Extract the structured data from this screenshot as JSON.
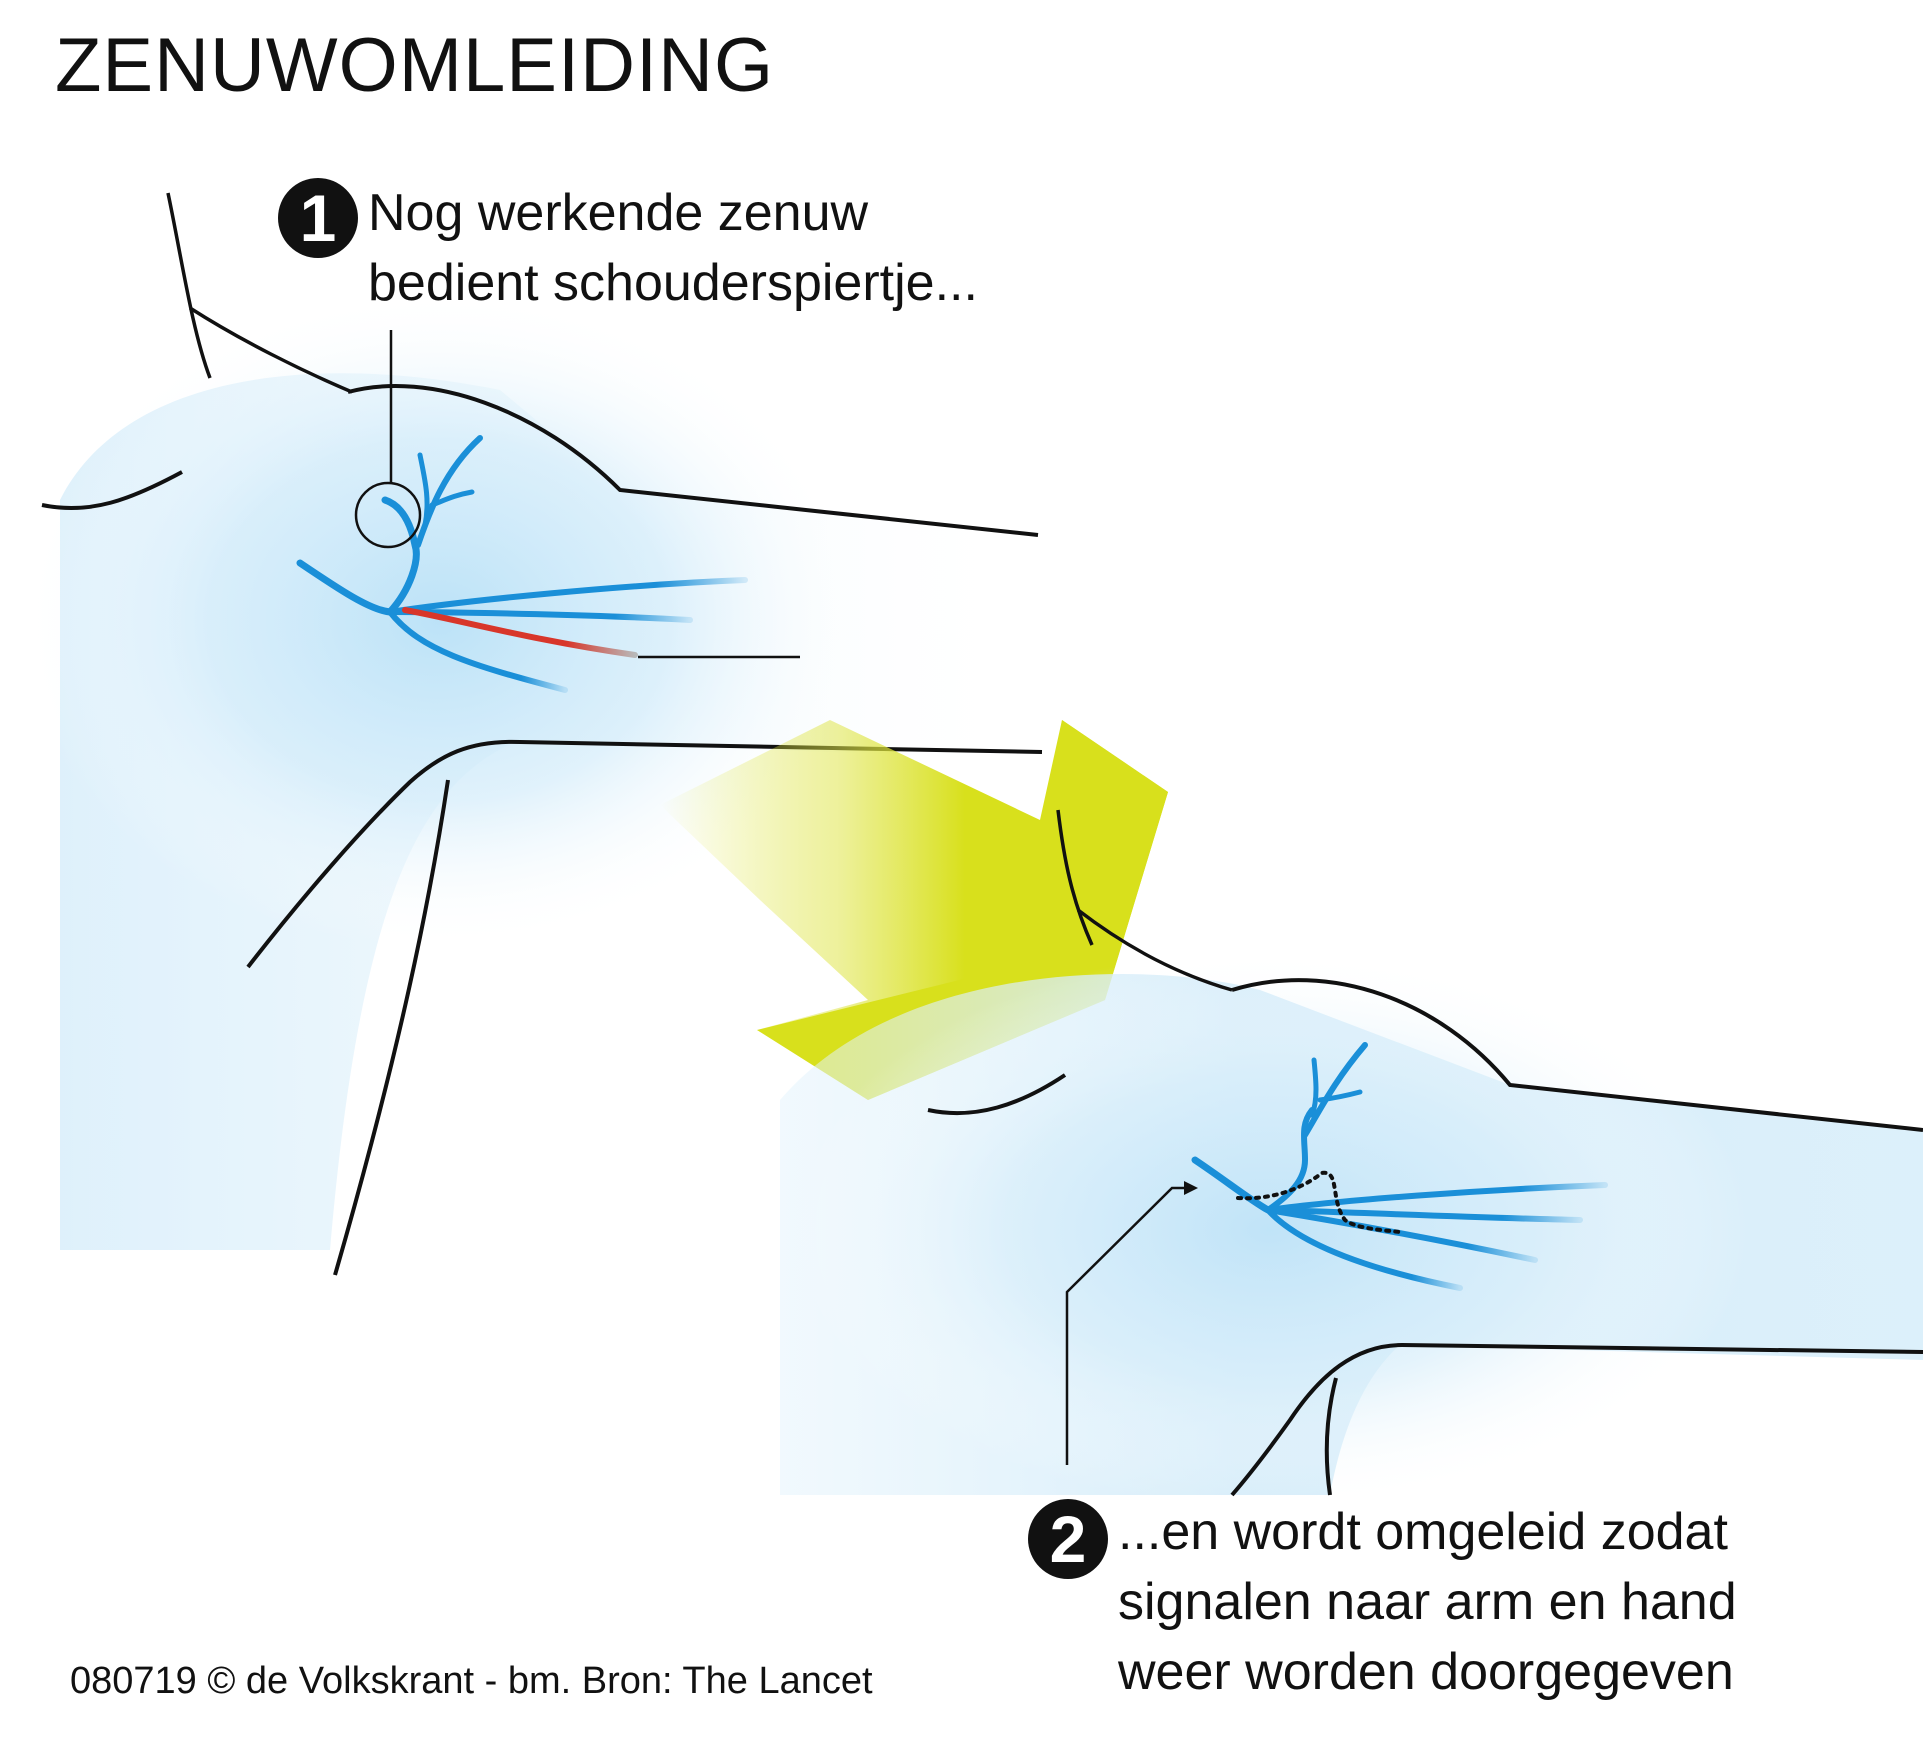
{
  "title": "ZENUWOMLEIDING",
  "step1": {
    "number": "1",
    "lines": [
      "Nog werkende zenuw",
      "bedient schouderspiertje..."
    ]
  },
  "step2": {
    "number": "2",
    "lines": [
      "...en wordt omgeleid zodat",
      "signalen naar arm en hand",
      "weer worden doorgegeven"
    ]
  },
  "credit": "080719 © de Volkskrant - bm. Bron: The Lancet",
  "colors": {
    "nerve": "#1a8fd8",
    "damaged_nerve": "#d8362a",
    "arrow": "#d8e01c",
    "tissue_glow": "#cfe9f8",
    "outline": "#111111"
  }
}
